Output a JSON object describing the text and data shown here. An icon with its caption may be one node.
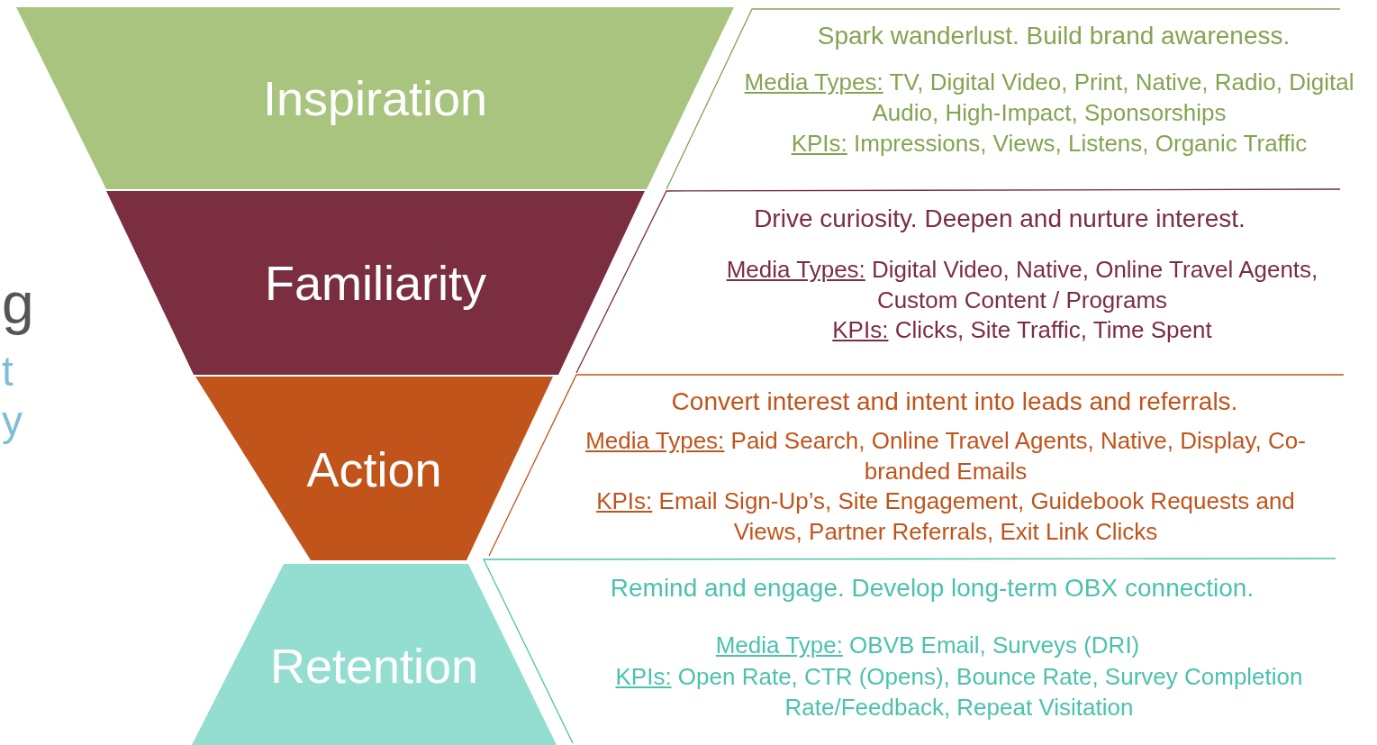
{
  "diagram": {
    "nodes": [
      {
        "text": [
          "Inspiration"
        ]
      },
      {
        "text": [
          "Spark wanderlust. Build brand awareness.",
          "Media Types: TV, Digital Video, Print, Native, Radio, Digital Audio, High-Impact, Sponsorships",
          "KPIs: Impressions, Views, Listens, Organic Traffic"
        ]
      },
      {
        "text": [
          "Familiarity"
        ]
      },
      {
        "text": [
          "Drive curiosity. Deepen and nurture interest.",
          "Media Types: Digital Video, Native, Online Travel Agents, Custom Content / Programs",
          "KPIs: Clicks, Site Traffic, Time Spent"
        ]
      },
      {
        "text": [
          "Action"
        ]
      },
      {
        "text": [
          "Convert interest and intent into leads and referrals.",
          "Media Types: Paid Search, Online Travel Agents, Native, Display, Co-branded Emails",
          "KPIs: Email Sign-Up’s, Site Engagement, Guidebook Requests and Views, Partner Referrals, Exit Link Clicks"
        ]
      },
      {
        "text": [
          "Retention"
        ]
      },
      {
        "text": [
          "Remind and engage. Develop long-term OBX connection.",
          "Media Type: OBVB Email, Surveys (DRI)",
          "KPIs: Open Rate, CTR (Opens), Bounce Rate, Survey Completion Rate/Feedback, Repeat Visitation"
        ]
      }
    ],
    "edges": [],
    "labels": [
      "g",
      "t",
      "y"
    ]
  }
}
